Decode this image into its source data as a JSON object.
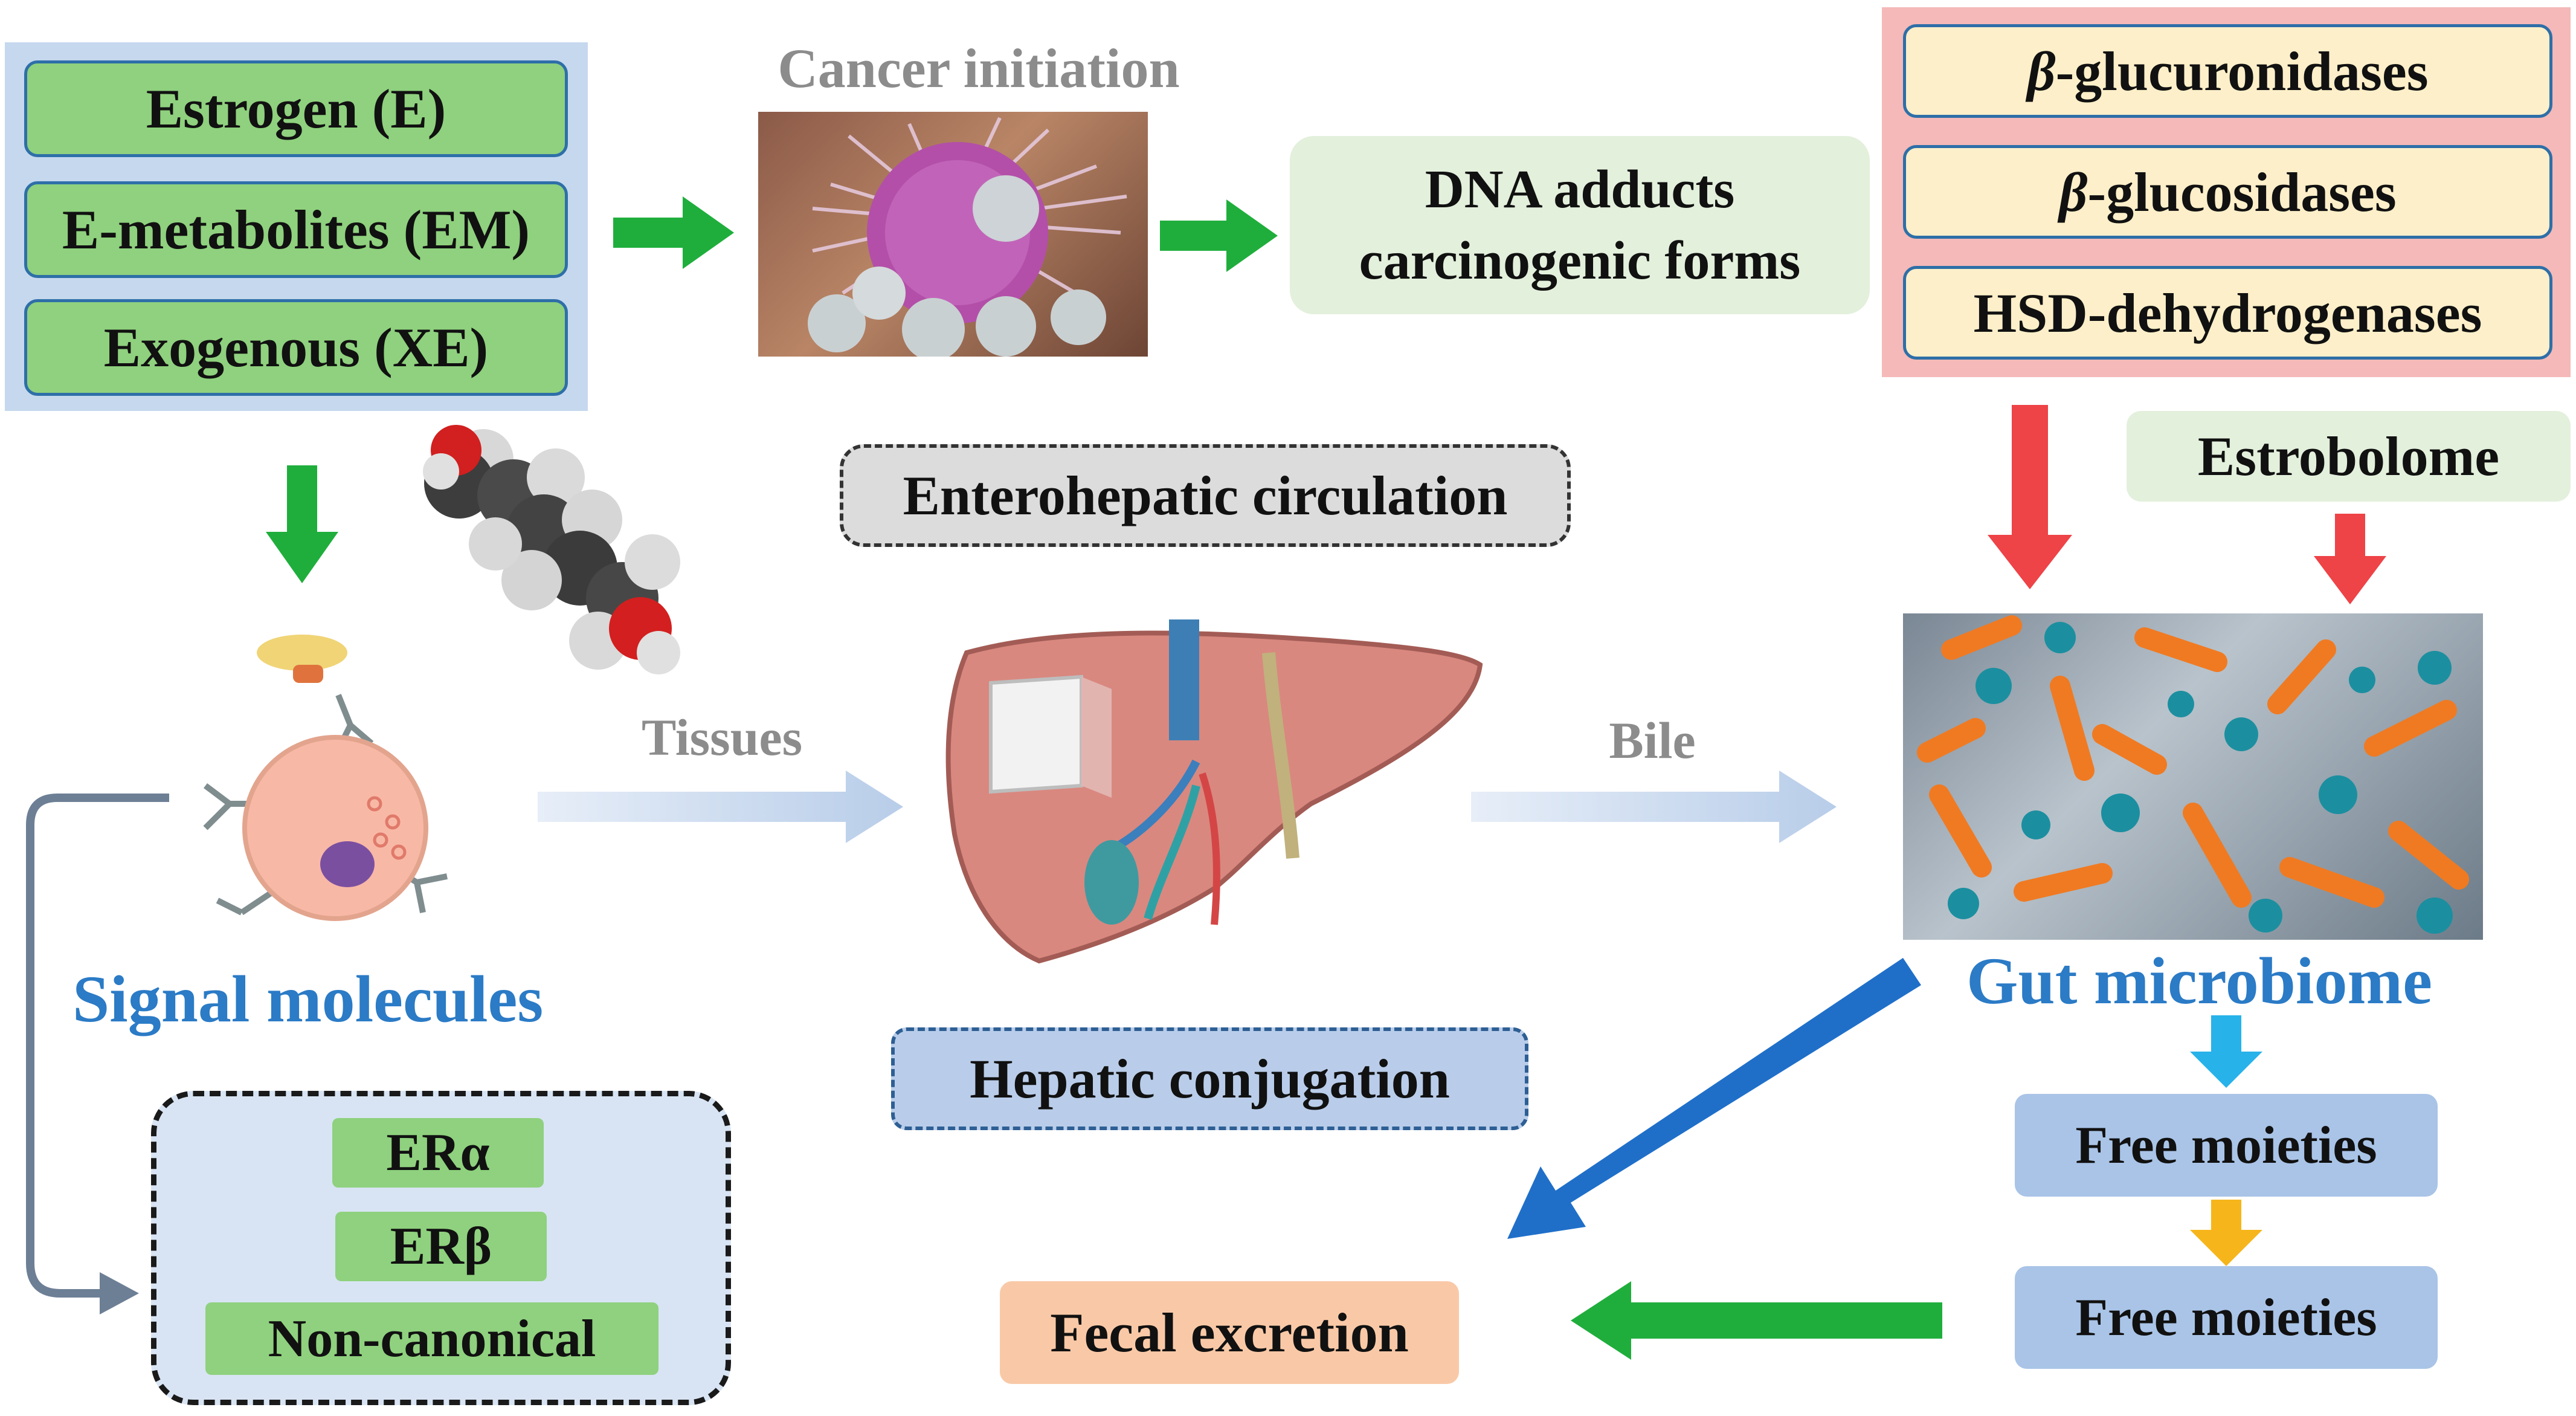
{
  "sources": {
    "estrogen": "Estrogen (E)",
    "metabolites": "E-metabolites (EM)",
    "exogenous": "Exogenous (XE)"
  },
  "cancer_initiation": "Cancer initiation",
  "dna_adducts": [
    "DNA adducts",
    "carcinogenic forms"
  ],
  "enzymes": {
    "glucuronidases_prefix": "β",
    "glucuronidases_rest": "-glucuronidases",
    "glucosidases_prefix": "β",
    "glucosidases_rest": "-glucosidases",
    "hsd": "HSD-dehydrogenases"
  },
  "enterohepatic": "Enterohepatic circulation",
  "estrobolome": "Estrobolome",
  "tissues": "Tissues",
  "bile": "Bile",
  "signal_molecules": "Signal molecules",
  "gut_microbiome": "Gut microbiome",
  "hepatic_conjugation": "Hepatic conjugation",
  "receptors": {
    "era": "ERα",
    "erb": "ERβ",
    "noncanonical": "Non-canonical"
  },
  "free_moieties_1": "Free moieties",
  "free_moieties_2": "Free moieties",
  "fecal_excretion": "Fecal excretion",
  "colors": {
    "green_arrow": "#1fae3c",
    "red_arrow": "#ee4347",
    "blue_arrow": "#1f6fc9",
    "cyan_arrow": "#27b2ea",
    "orange_arrow": "#f6b51b",
    "light_arrow": "#c7d8ef",
    "label_blue": "#2b7bc6"
  }
}
